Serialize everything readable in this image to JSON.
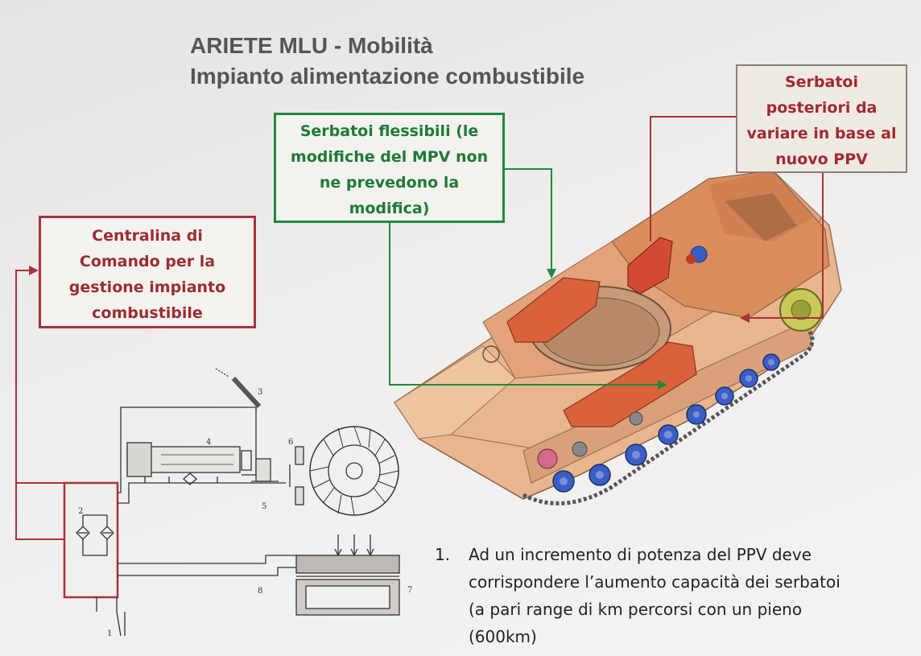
{
  "title": {
    "line1": "ARIETE MLU - Mobilità",
    "line2": "Impianto alimentazione combustibile"
  },
  "callouts": {
    "flexible_tanks": {
      "lines": [
        "Serbatoi flessibili (le",
        "modifiche del MPV non",
        "ne prevedono la",
        "modifica)"
      ]
    },
    "rear_tanks": {
      "lines": [
        "Serbatoi",
        "posteriori da",
        "variare in base al",
        "nuovo PPV"
      ]
    },
    "control_unit": {
      "lines": [
        "Centralina di",
        "Comando per la",
        "gestione impianto",
        "combustibile"
      ]
    }
  },
  "schematic_labels": [
    "1",
    "2",
    "3",
    "4",
    "5",
    "6",
    "7",
    "8"
  ],
  "note": {
    "number": "1.",
    "lines": [
      "Ad un incremento di potenza del PPV deve",
      "corrispondere l’aumento capacità dei serbatoi",
      "(a pari range di km percorsi con un pieno",
      "(600km)"
    ]
  },
  "colors": {
    "red_accent": "#a8323a",
    "green_accent": "#1e8b3a",
    "tank_orange": "#d9683e",
    "hull_tan": "#e6a87c",
    "wheel_blue": "#3a5fc4"
  }
}
